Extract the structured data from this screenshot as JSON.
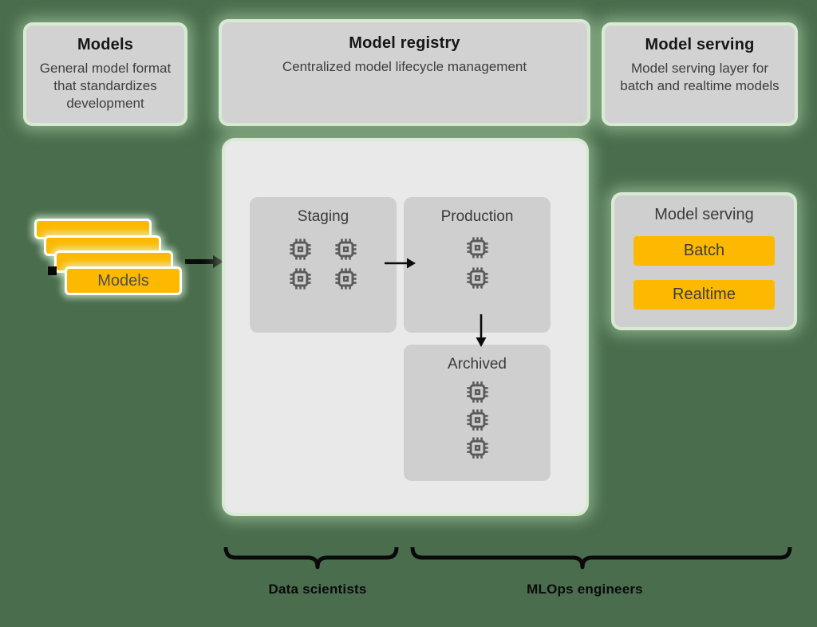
{
  "colors": {
    "background_green": "#4A6E4D",
    "halo_green": "#C9E7C4",
    "card_gray": "#D2D2D2",
    "panel_gray": "#E9E9E9",
    "stage_gray": "#CFCFCF",
    "accent_yellow": "#FCB900",
    "arrow_black": "#0B0B0B",
    "title_text": "#161616",
    "body_text": "#3E3E3E"
  },
  "header_cards": [
    {
      "title": "Models",
      "description": "General model format that standardizes development"
    },
    {
      "title": "Model registry",
      "description": "Centralized model lifecycle management"
    },
    {
      "title": "Model serving",
      "description": "Model serving layer for batch and realtime models"
    }
  ],
  "models_stack": {
    "front_label": "Models",
    "card_count": 4
  },
  "registry": {
    "stages": [
      {
        "name": "Staging",
        "model_count": 4
      },
      {
        "name": "Production",
        "model_count": 2
      },
      {
        "name": "Archived",
        "model_count": 3
      }
    ]
  },
  "serving_panel": {
    "title": "Model serving",
    "buttons": [
      "Batch",
      "Realtime"
    ]
  },
  "roles": {
    "left": "Data scientists",
    "right": "MLOps engineers"
  },
  "icons": {
    "model_chip": "cpu-chip",
    "flow_arrow": "arrow-right",
    "stage_flow_arrow": "arrow-down",
    "grouping": "horizontal-curly-brace"
  }
}
